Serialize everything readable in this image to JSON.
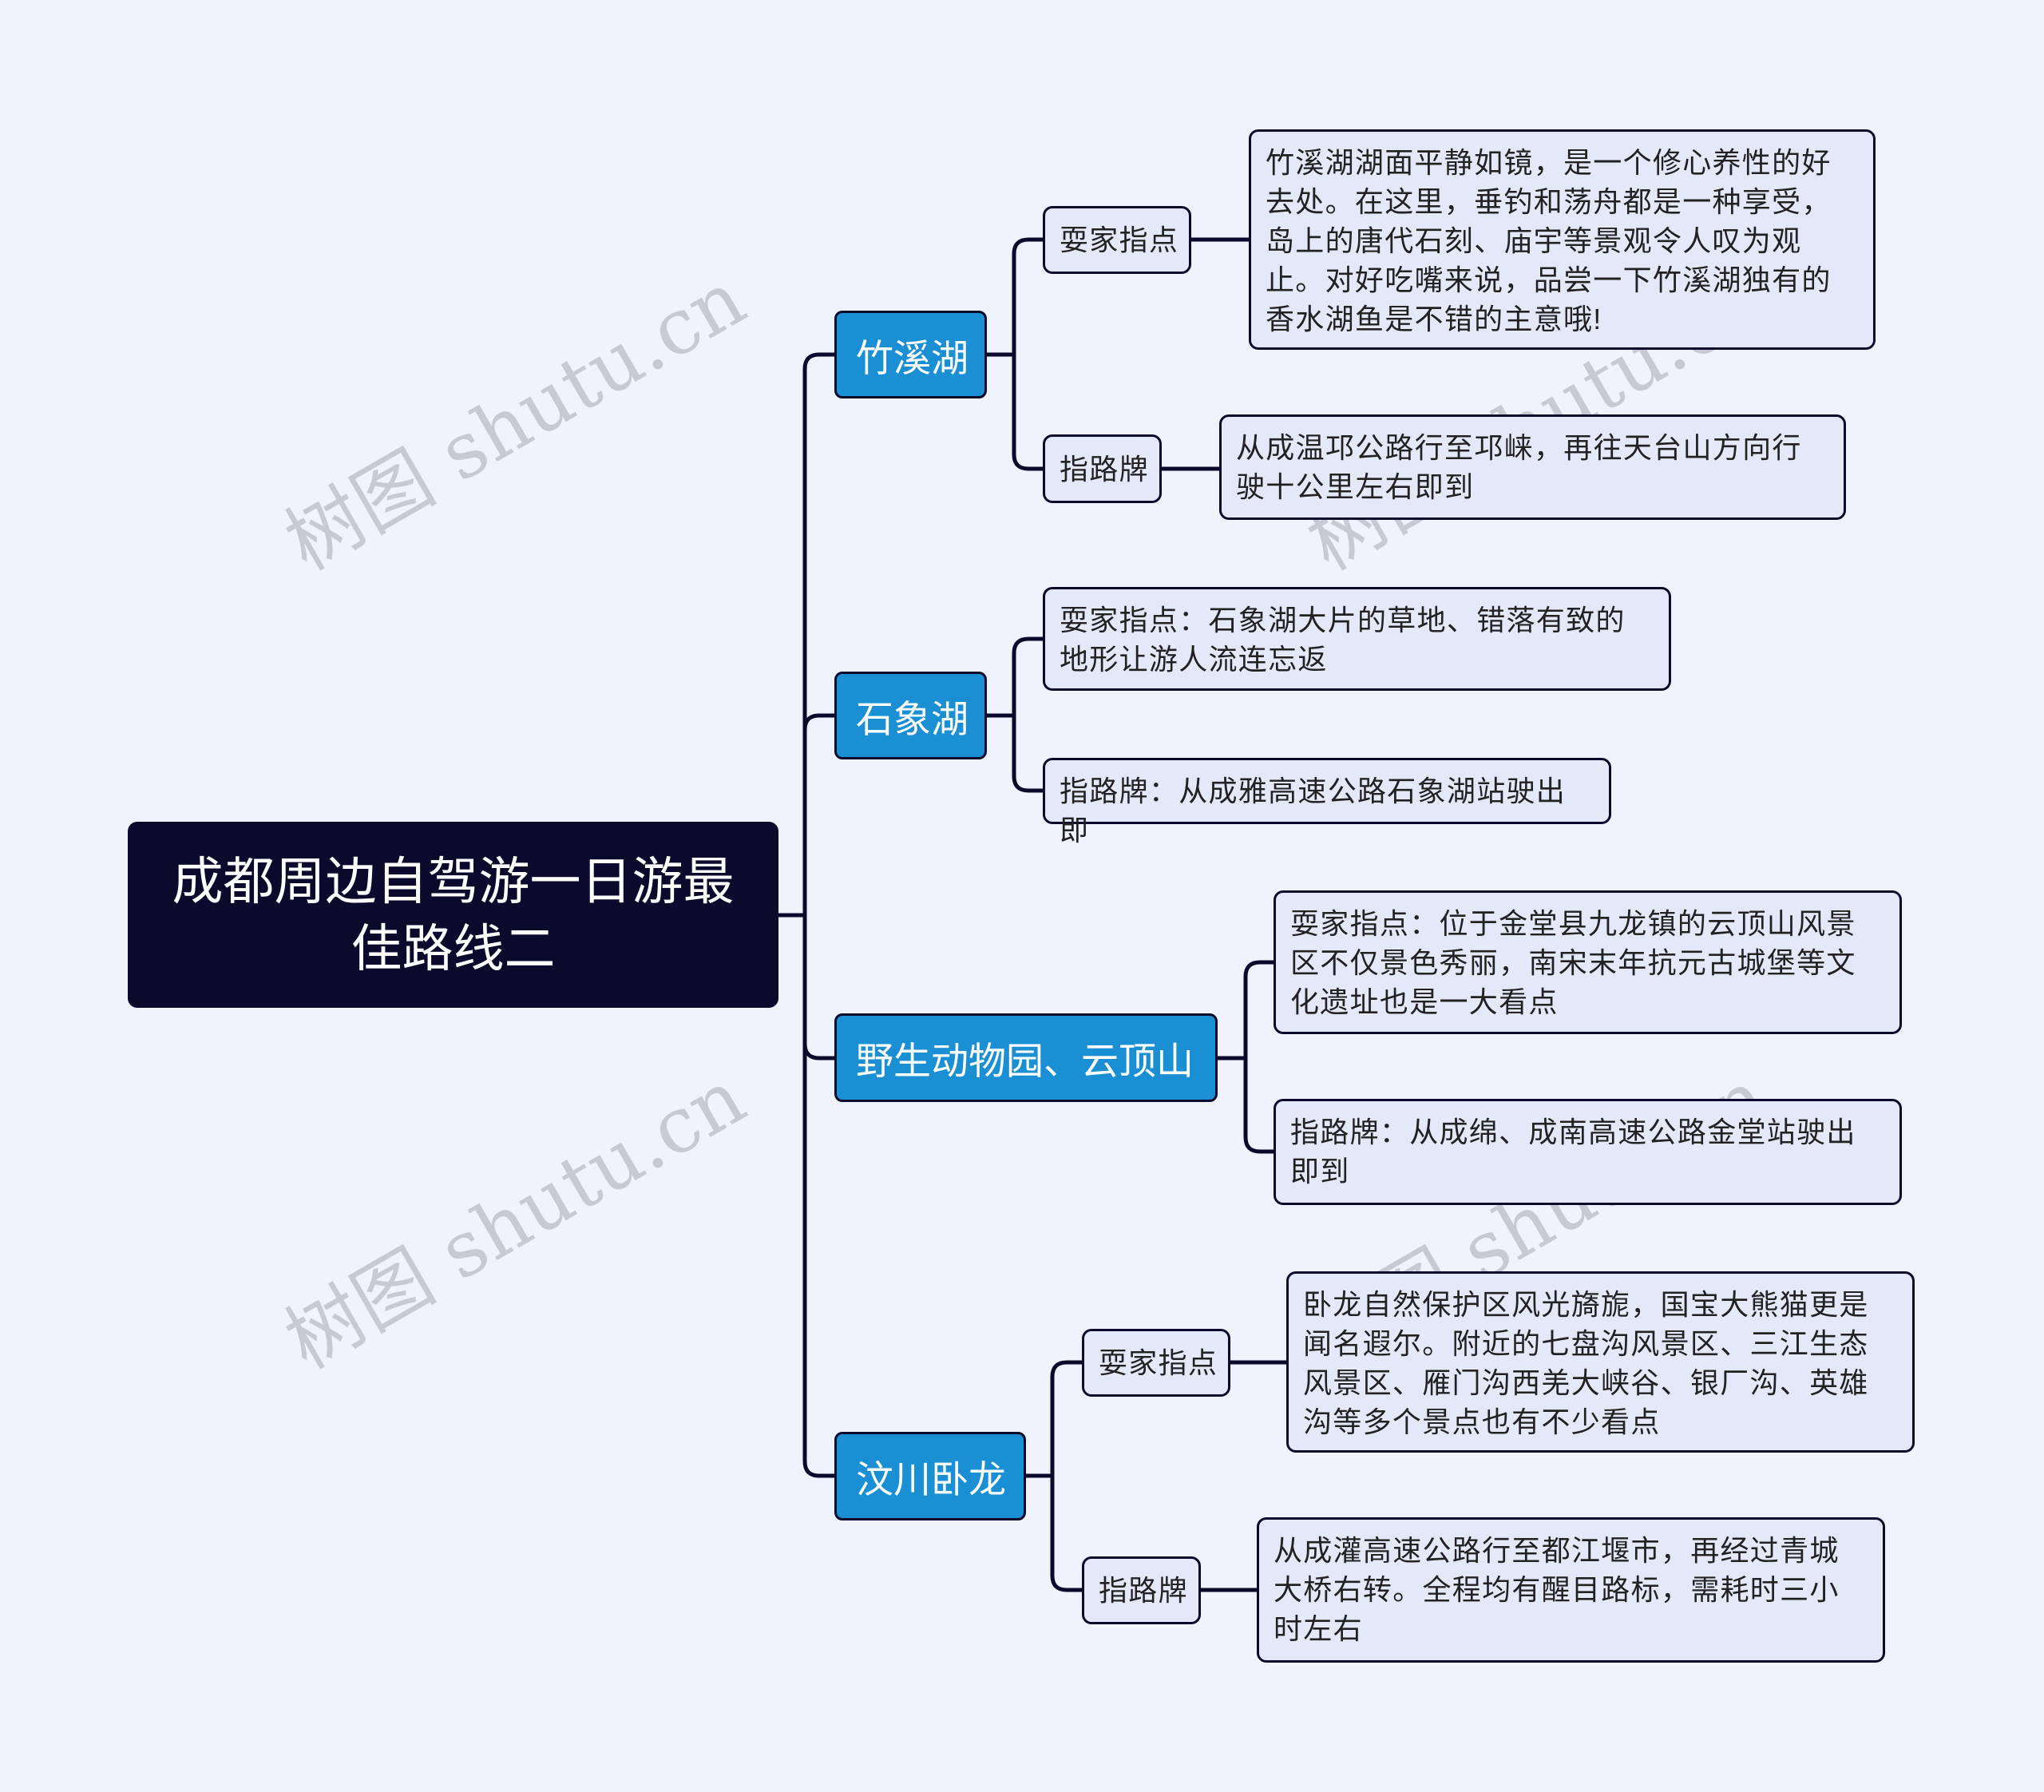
{
  "root": {
    "title": "成都周边自驾游一日游最佳路线二"
  },
  "watermark": "树图 shutu.cn",
  "branches": [
    {
      "title": "竹溪湖",
      "children": [
        {
          "label": "耍家指点",
          "text": "竹溪湖湖面平静如镜，是一个修心养性的好去处。在这里，垂钓和荡舟都是一种享受，岛上的唐代石刻、庙宇等景观令人叹为观止。对好吃嘴来说，品尝一下竹溪湖独有的香水湖鱼是不错的主意哦!"
        },
        {
          "label": "指路牌",
          "text": "从成温邛公路行至邛崃，再往天台山方向行驶十公里左右即到"
        }
      ]
    },
    {
      "title": "石象湖",
      "children": [
        {
          "text": "耍家指点：石象湖大片的草地、错落有致的地形让游人流连忘返"
        },
        {
          "text": "指路牌：从成雅高速公路石象湖站驶出即"
        }
      ]
    },
    {
      "title": "野生动物园、云顶山",
      "children": [
        {
          "text": "耍家指点：位于金堂县九龙镇的云顶山风景区不仅景色秀丽，南宋末年抗元古城堡等文化遗址也是一大看点"
        },
        {
          "text": "指路牌：从成绵、成南高速公路金堂站驶出即到"
        }
      ]
    },
    {
      "title": "汶川卧龙",
      "children": [
        {
          "label": "耍家指点",
          "text": "卧龙自然保护区风光旖旎，国宝大熊猫更是闻名遐尔。附近的七盘沟风景区、三江生态风景区、雁门沟西羌大峡谷、银厂沟、英雄沟等多个景点也有不少看点"
        },
        {
          "label": "指路牌",
          "text": "从成灌高速公路行至都江堰市，再经过青城大桥右转。全程均有醒目路标，需耗时三小时左右"
        }
      ]
    }
  ],
  "colors": {
    "root": "#0c0a2c",
    "branch": "#1a8fd3",
    "leaf": "#e3e9f9",
    "line": "#0c0a2c",
    "background": "#eef3fd"
  }
}
